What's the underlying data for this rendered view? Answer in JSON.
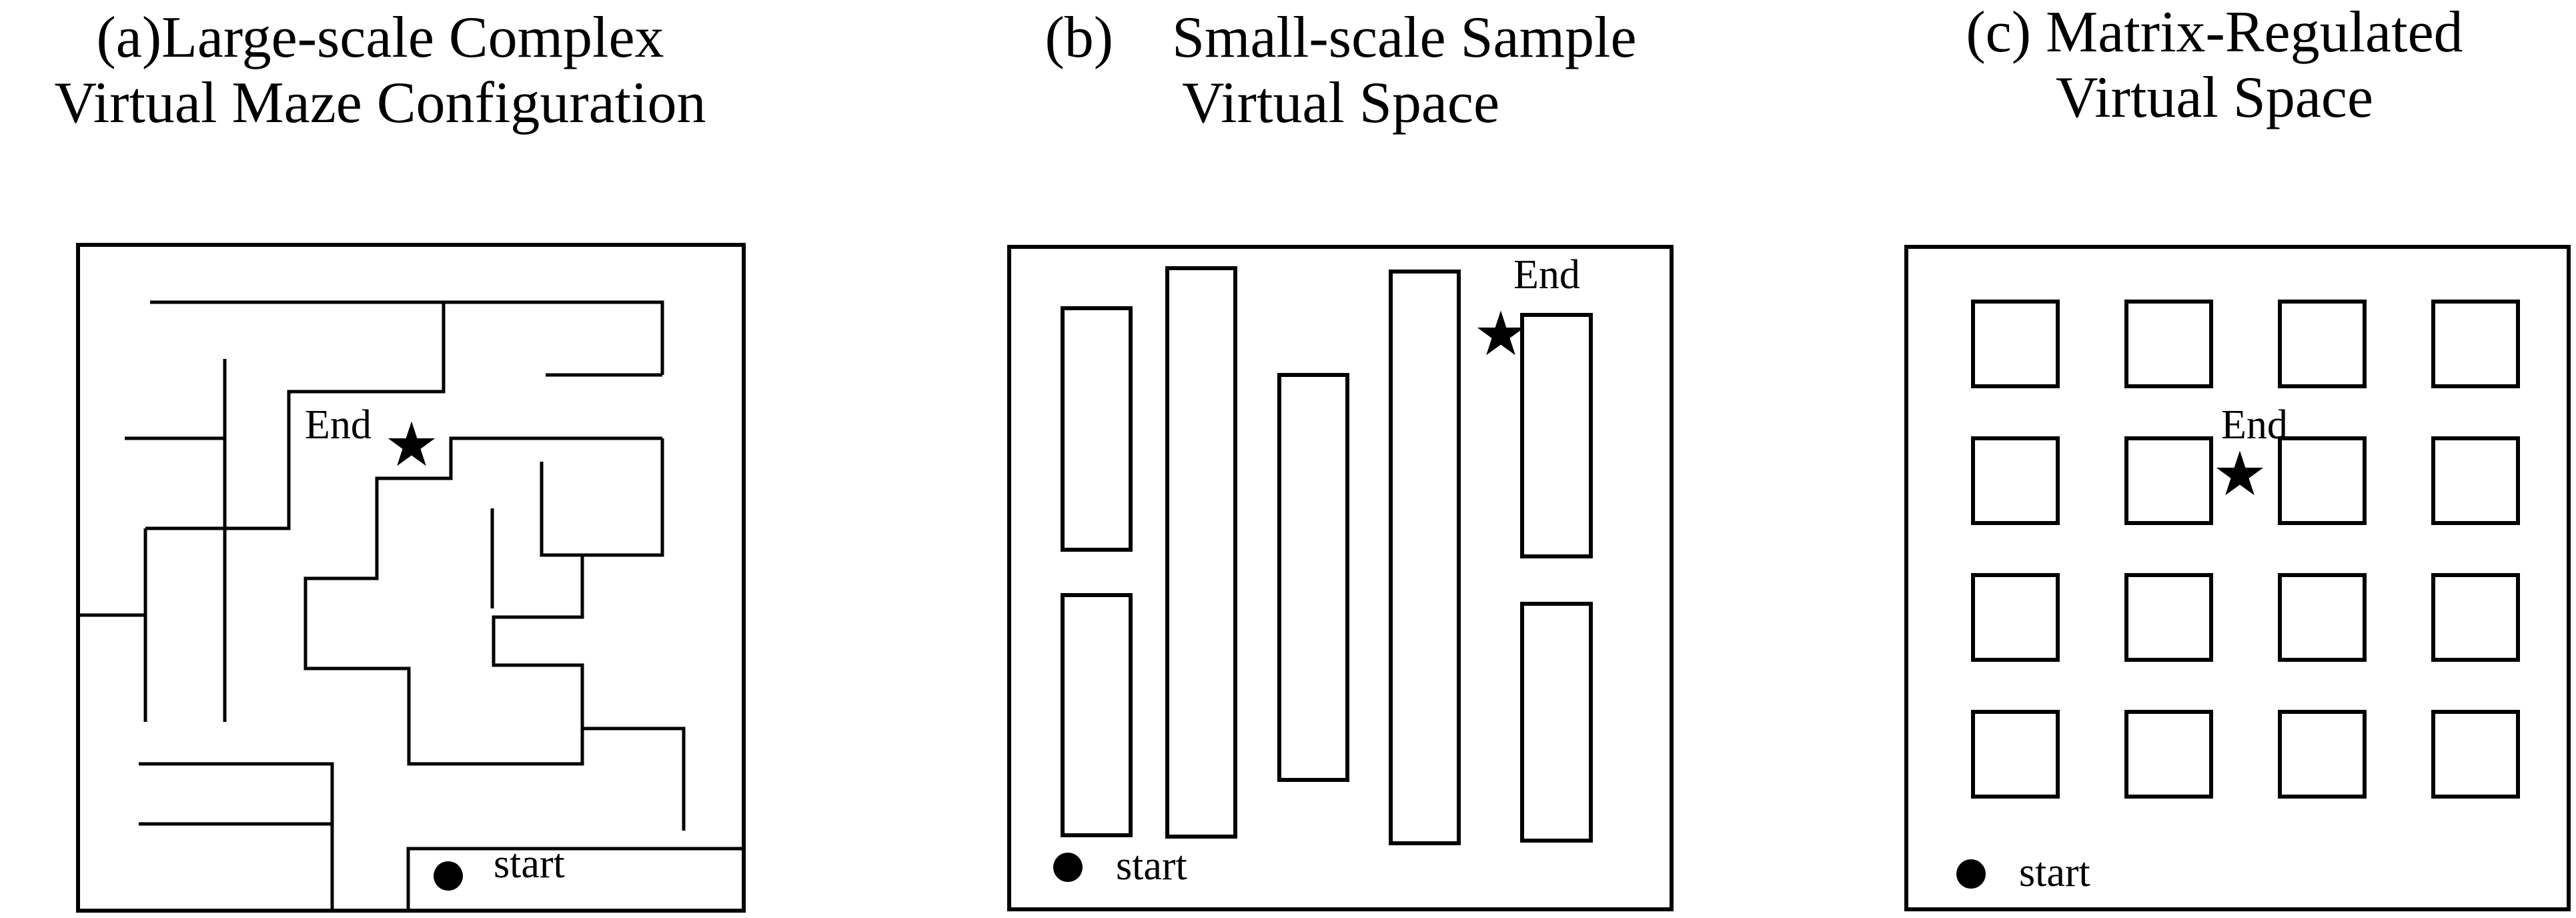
{
  "panels": [
    {
      "id": "a",
      "title_lines": [
        "(a)Large-scale Complex",
        "Virtual Maze Configuration"
      ],
      "end_label": "End",
      "start_label": "start"
    },
    {
      "id": "b",
      "title_lines": [
        "(b)    Small-scale Sample",
        "Virtual Space"
      ],
      "end_label": "End",
      "start_label": "start"
    },
    {
      "id": "c",
      "title_lines": [
        "(c) Matrix-Regulated",
        "Virtual Space"
      ],
      "end_label": "End",
      "start_label": "start"
    }
  ],
  "colors": {
    "ink": "#000000",
    "background": "#ffffff"
  }
}
